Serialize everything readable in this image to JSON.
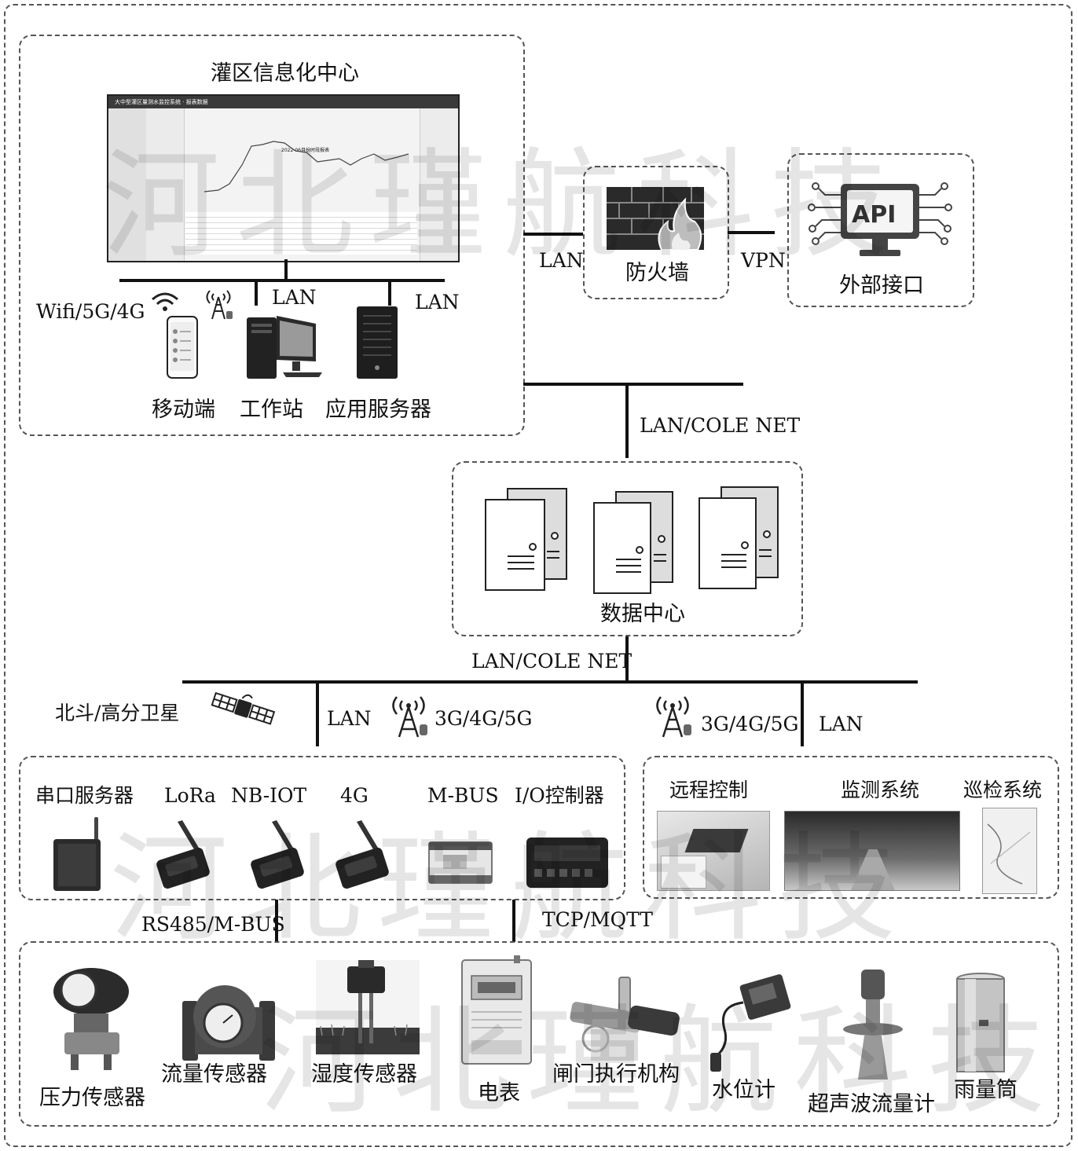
{
  "watermark": "河北瑾航科技",
  "info_center": {
    "title": "灌区信息化中心",
    "screen_title": "大中型灌区量测水监控系统 · 报表数据",
    "chart_title": "2022-06月份时段报表",
    "devices": {
      "mobile": "移动端",
      "workstation": "工作站",
      "app_server": "应用服务器"
    },
    "wireless": "Wifi/5G/4G",
    "lan_a": "LAN",
    "lan_b": "LAN"
  },
  "firewall": {
    "label": "防火墙",
    "lan": "LAN",
    "vpn": "VPN"
  },
  "external": {
    "label": "外部接口",
    "api": "API"
  },
  "net_top": "LAN/COLE NET",
  "data_center": {
    "label": "数据中心"
  },
  "net_mid": "LAN/COLE NET",
  "satellite": "北斗/高分卫星",
  "link_lan_left": "LAN",
  "link_3g_left": "3G/4G/5G",
  "link_3g_right": "3G/4G/5G",
  "link_lan_right": "LAN",
  "gateways": [
    "串口服务器",
    "LoRa",
    "NB-IOT",
    "4G",
    "M-BUS",
    "I/O控制器"
  ],
  "systems": [
    "远程控制",
    "监测系统",
    "巡检系统"
  ],
  "bus_left": "RS485/M-BUS",
  "bus_right": "TCP/MQTT",
  "field_devices": [
    "压力传感器",
    "流量传感器",
    "湿度传感器",
    "电表",
    "闸门执行机构",
    "水位计",
    "超声波流量计",
    "雨量筒"
  ],
  "colors": {
    "line": "#111111",
    "dash": "#555555",
    "icon": "#333333"
  }
}
